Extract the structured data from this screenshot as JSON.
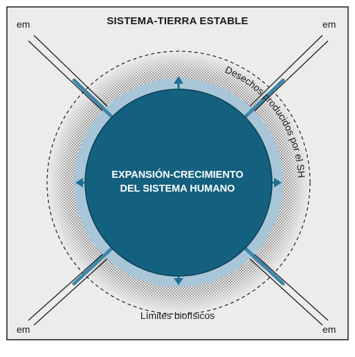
{
  "title": "SISTEMA-TIERRA ESTABLE",
  "center": {
    "line1": "EXPANSIÓN-CRECIMIENTO",
    "line2": "DEL SISTEMA HUMANO"
  },
  "waste_label": "Desechos producidos por el SH",
  "limits_label": "Límites biofísicos",
  "corners": {
    "top_left": "em",
    "top_right": "em",
    "bottom_left": "em",
    "bottom_right": "em"
  },
  "colors": {
    "core": "#14607f",
    "ring": "#a9c6d8",
    "arrow": "#1d6f90",
    "frame": "#1a1a1a",
    "background": "#ececec"
  }
}
